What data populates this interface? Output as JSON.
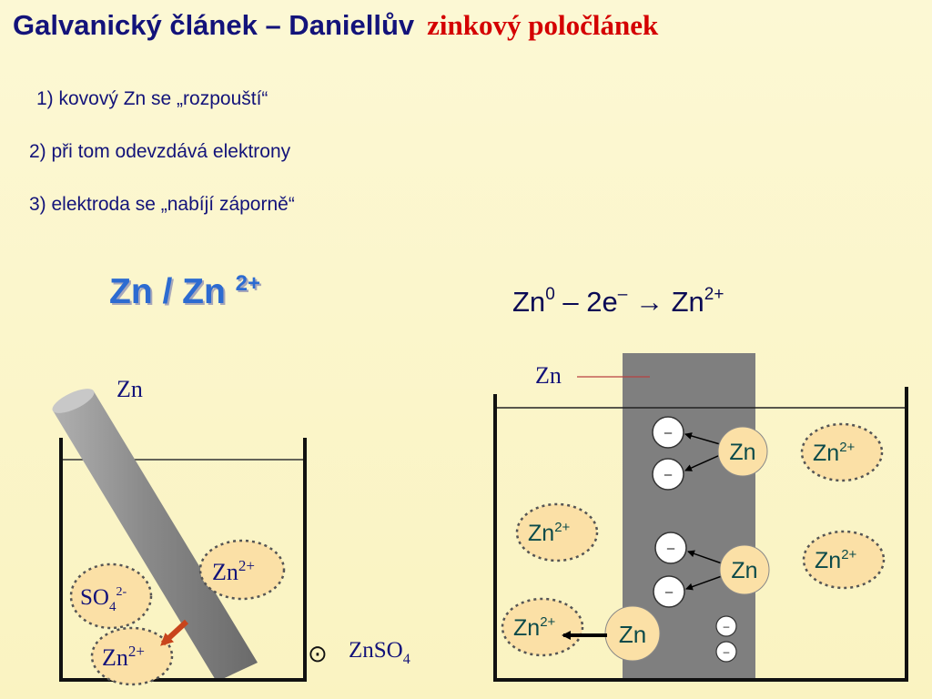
{
  "title": {
    "main": "Galvanický článek – Daniellův",
    "sub": "zinkový poločlánek"
  },
  "bullets": [
    "1) kovový Zn se „rozpouští“",
    "2) při tom odevzdává elektrony",
    "3) elektroda se „nabíjí záporně“"
  ],
  "half_cell": {
    "symbol": "Zn / Zn",
    "charge": "2+"
  },
  "reaction": {
    "reactant": "Zn",
    "reactant_charge": "0",
    "minus": "–",
    "electrons": "2e",
    "electron_charge": "–",
    "arrow": "→",
    "product": "Zn",
    "product_charge": "2+"
  },
  "left_diagram": {
    "electrode_label": "Zn",
    "ions": [
      {
        "base": "Zn",
        "charge": "2+"
      },
      {
        "base": "SO",
        "sub": "4",
        "charge": "2-"
      },
      {
        "base": "Zn",
        "charge": "2+"
      }
    ],
    "solution_symbol": "⊙",
    "solution_label": "ZnSO",
    "solution_sub": "4"
  },
  "right_diagram": {
    "electrode_label": "Zn",
    "atoms": [
      "Zn",
      "Zn",
      "Zn"
    ],
    "ions": [
      {
        "base": "Zn",
        "charge": "2+"
      },
      {
        "base": "Zn",
        "charge": "2+"
      },
      {
        "base": "Zn",
        "charge": "2+"
      },
      {
        "base": "Zn",
        "charge": "2+"
      }
    ],
    "electron_symbol": "–"
  },
  "colors": {
    "background": "#fbf6cb",
    "title": "#13137a",
    "subtitle": "#d40000",
    "formula": "#2c6bd1",
    "ion_fill": "#fbe0a6",
    "electrode": "#7f7f7f",
    "arrow_red": "#c8441c"
  }
}
